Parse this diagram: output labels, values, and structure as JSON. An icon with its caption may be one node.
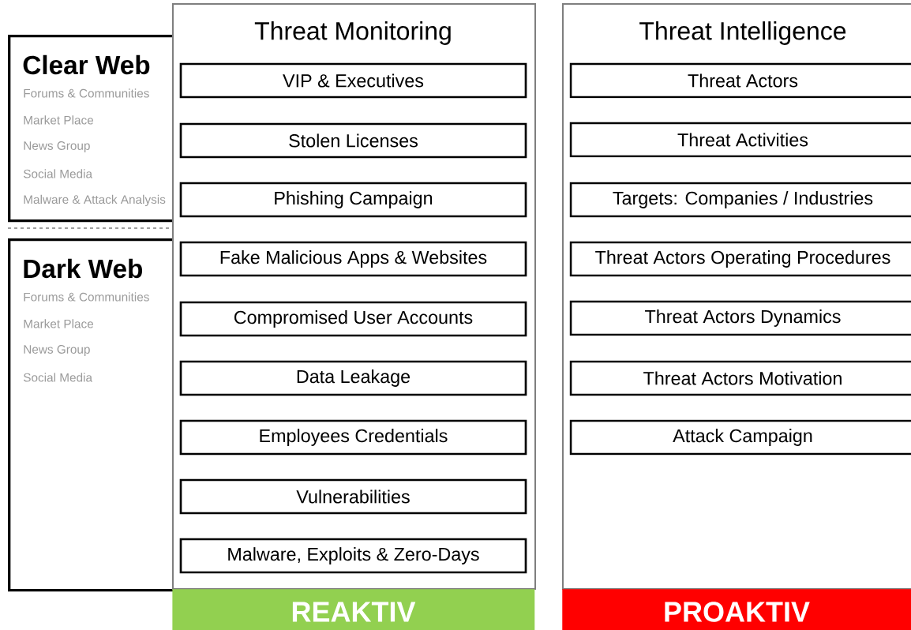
{
  "diagram": {
    "nodes": [
      {
        "text": [
          "Clear Web",
          "Forums & Communities",
          "Market Place",
          "News Group",
          "Social Media",
          "Malware & Attack Analysis"
        ]
      },
      {
        "text": [
          "Dark Web",
          "Forums & Communities",
          "Market Place",
          "News Group",
          "Social Media"
        ]
      },
      {
        "text": [
          "Threat Monitoring"
        ]
      },
      {
        "text": [
          "VIP & Executives"
        ],
        "in": 2
      },
      {
        "text": [
          "Stolen Licenses"
        ],
        "in": 2
      },
      {
        "text": [
          "Phishing Campaign"
        ],
        "in": 2
      },
      {
        "text": [
          "Fake Malicious Apps & Websites"
        ],
        "in": 2
      },
      {
        "text": [
          "Compromised User Accounts"
        ],
        "in": 2
      },
      {
        "text": [
          "Data Leakage"
        ],
        "in": 2
      },
      {
        "text": [
          "Employees Credentials"
        ],
        "in": 2
      },
      {
        "text": [
          "Vulnerabilities"
        ],
        "in": 2
      },
      {
        "text": [
          "Malware, Exploits & Zero-Days"
        ],
        "in": 2
      },
      {
        "text": [
          "REAKTIV"
        ]
      },
      {
        "text": [
          "Threat Intelligence"
        ]
      },
      {
        "text": [
          "Threat Actors"
        ],
        "in": 13
      },
      {
        "text": [
          "Threat Activities"
        ],
        "in": 13
      },
      {
        "text": [
          "Targets: Companies / Industries"
        ],
        "in": 13
      },
      {
        "text": [
          "Threat Actors Operating Procedures"
        ],
        "in": 13
      },
      {
        "text": [
          "Threat Actors Dynamics"
        ],
        "in": 13
      },
      {
        "text": [
          "Threat Actors Motivation"
        ],
        "in": 13
      },
      {
        "text": [
          "Attack Campaign"
        ],
        "in": 13
      },
      {
        "text": [
          "PROAKTIV"
        ]
      }
    ]
  }
}
